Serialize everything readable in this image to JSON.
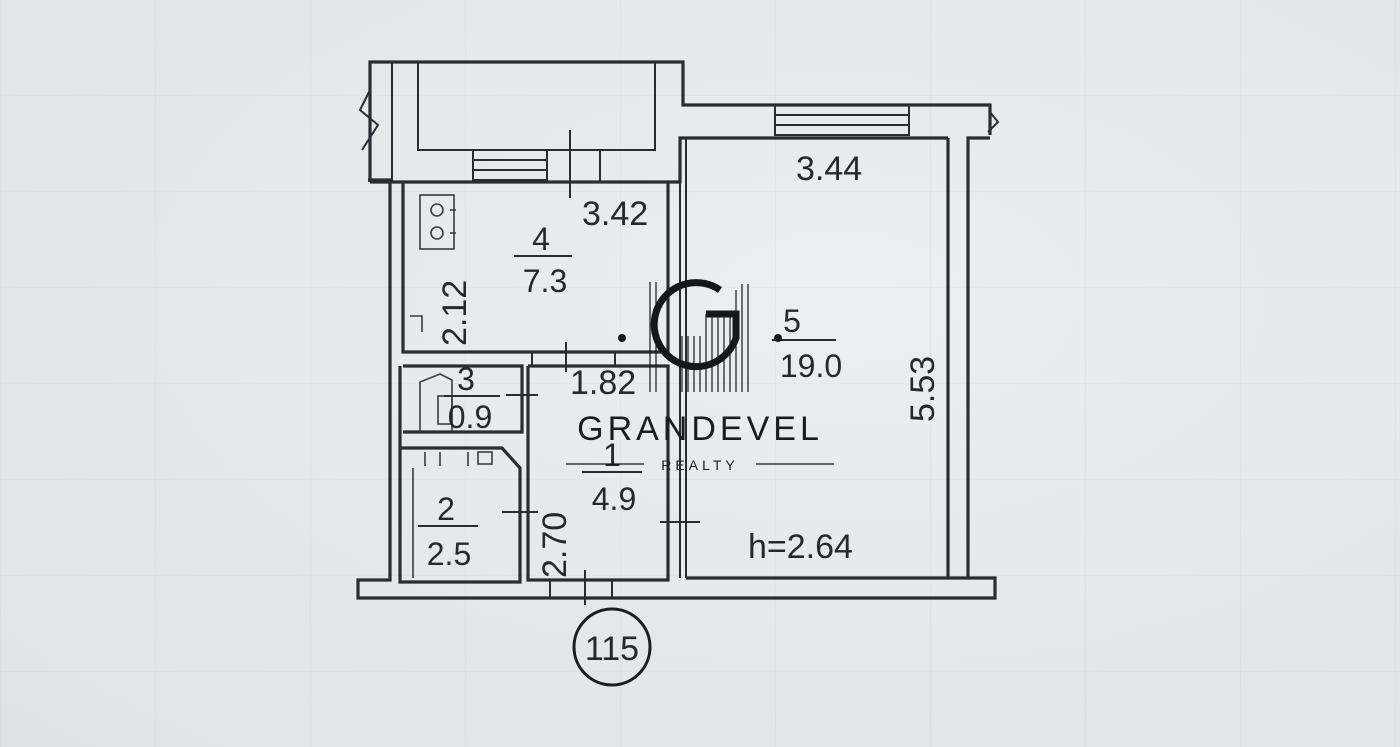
{
  "floor_plan": {
    "rooms": [
      {
        "number": "1",
        "area": "4.9"
      },
      {
        "number": "2",
        "area": "2.5"
      },
      {
        "number": "3",
        "area": "0.9"
      },
      {
        "number": "4",
        "area": "7.3"
      },
      {
        "number": "5",
        "area": "19.0"
      }
    ],
    "dimensions": {
      "room4_width": "3.42",
      "room4_height": "2.12",
      "room5_width": "3.44",
      "room5_height": "5.53",
      "hall_width": "1.82",
      "hall_height": "2.70"
    },
    "ceiling_height": "h=2.64",
    "unit_number": "115"
  },
  "watermark": {
    "brand": "GRANDEVEL",
    "tagline": "REALTY"
  },
  "colors": {
    "line": "#2a2c33",
    "paper": "#e3e6e9"
  }
}
